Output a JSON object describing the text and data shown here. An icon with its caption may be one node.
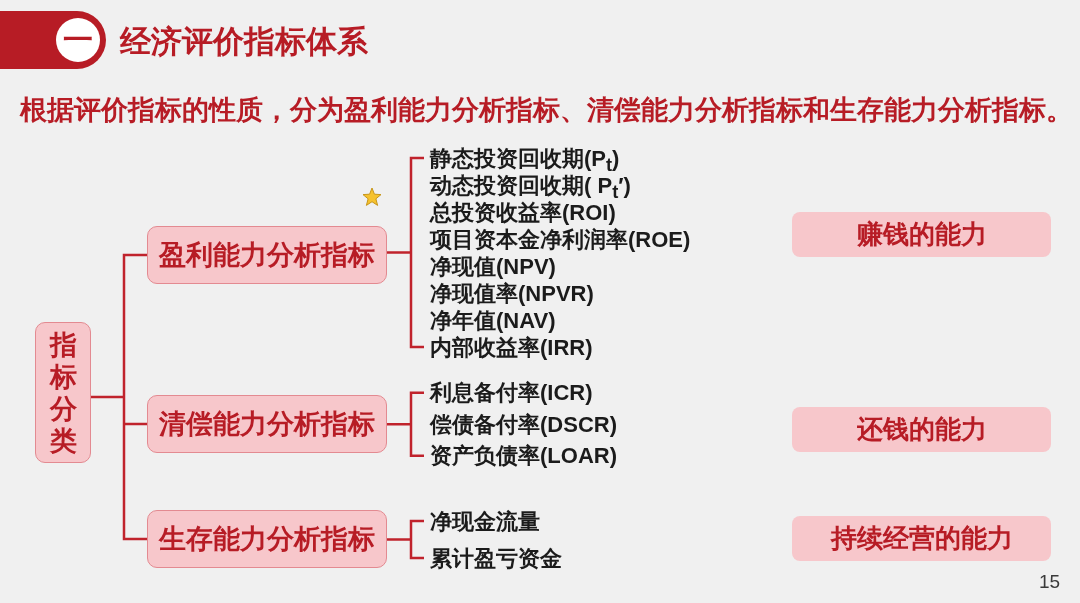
{
  "diagram": {
    "title": "经济评价指标体系",
    "nodes": [
      {
        "text": [
          "指标分类"
        ]
      },
      {
        "text": [
          "盈利能力分析指标"
        ]
      },
      {
        "text": [
          "清偿能力分析指标"
        ]
      },
      {
        "text": [
          "生存能力分析指标"
        ]
      },
      {
        "text": [
          "静态投资回收期(P$_{t}$)",
          "动态投资回收期( P$_{t}$′)",
          "总投资收益率(ROI)",
          "项目资本金净利润率(ROE)",
          "净现值(NPV)",
          "净现值率(NPVR)",
          "净年值(NAV)",
          "内部收益率(IRR)"
        ]
      },
      {
        "text": [
          "利息备付率(ICR)",
          "偿债备付率(DSCR)",
          "资产负债率(LOAR)"
        ]
      },
      {
        "text": [
          "净现金流量",
          "累计盈亏资金"
        ]
      },
      {
        "text": [
          "赚钱的能力"
        ]
      },
      {
        "text": [
          "还钱的能力"
        ]
      },
      {
        "text": [
          "持续经营的能力"
        ]
      }
    ],
    "edges": [
      {
        "from": 0,
        "to": 1,
        "arrow": "none"
      },
      {
        "from": 0,
        "to": 2,
        "arrow": "none"
      },
      {
        "from": 0,
        "to": 3,
        "arrow": "none"
      },
      {
        "from": 1,
        "to": 4,
        "arrow": "none"
      },
      {
        "from": 2,
        "to": 5,
        "arrow": "none"
      },
      {
        "from": 3,
        "to": 6,
        "arrow": "none"
      }
    ],
    "labels": [
      "一",
      "根据评价指标的性质，分为盈利能力分析指标、清偿能力分析指标和生存能力分析指标。",
      "15"
    ]
  }
}
